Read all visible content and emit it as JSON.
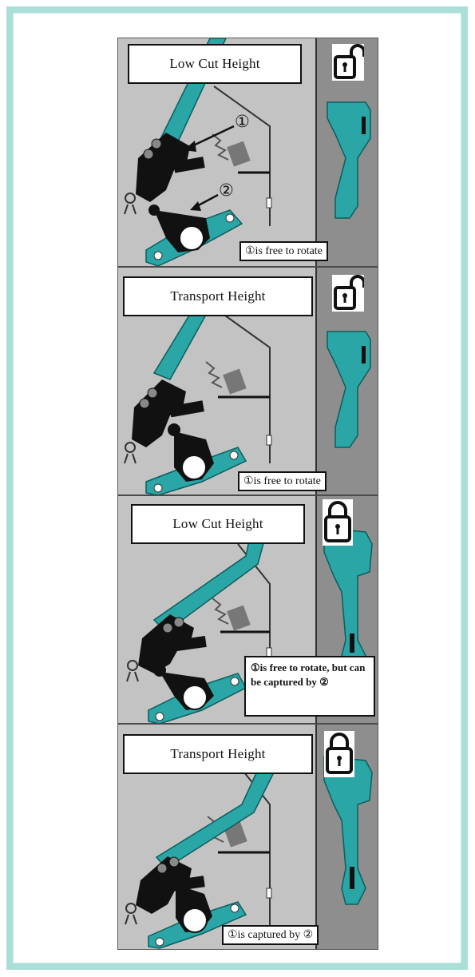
{
  "panels": [
    {
      "title": "Low Cut Height",
      "note": "①is free to rotate",
      "lock_state": "unlocked",
      "callouts": [
        "①",
        "②"
      ]
    },
    {
      "title": "Transport Height",
      "note": "①is free to rotate",
      "lock_state": "unlocked"
    },
    {
      "title": "Low Cut Height",
      "note": "①is free to rotate, but can be captured by ②",
      "lock_state": "locked"
    },
    {
      "title": "Transport Height",
      "note": "①is captured by ②",
      "lock_state": "locked"
    }
  ],
  "colors": {
    "frame_border": "#a9dfd8",
    "teal_part": "#2aa6a6",
    "black_part": "#111111",
    "panel_bg": "#c3c3c3",
    "side_bg": "#8a8a8a"
  },
  "icons": [
    "open-padlock-icon",
    "closed-padlock-icon"
  ]
}
